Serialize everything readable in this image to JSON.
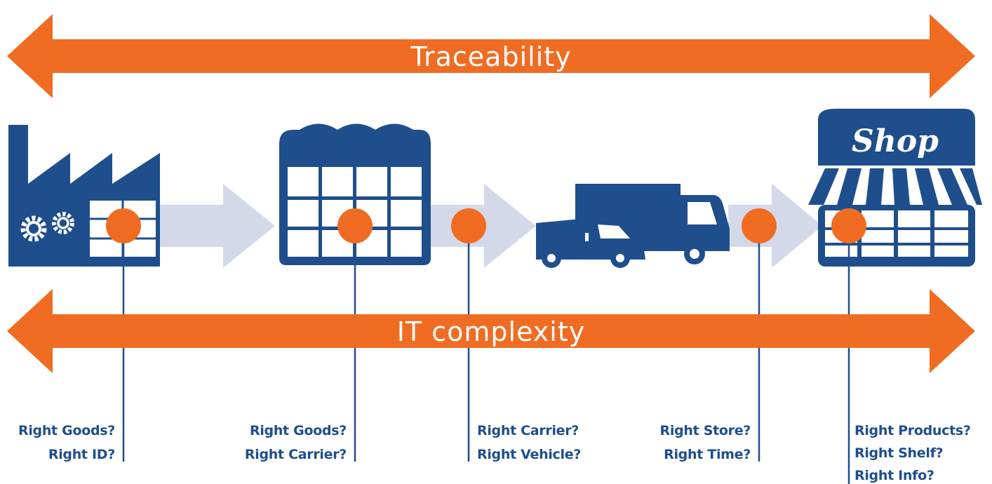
{
  "banners": {
    "top": "Traceability",
    "bottom": "IT complexity"
  },
  "shop_sign": "Shop",
  "stages": [
    {
      "name": "factory",
      "icon": "factory-icon",
      "labels": [
        "Right Goods?",
        "Right ID?"
      ]
    },
    {
      "name": "warehouse",
      "icon": "warehouse-icon",
      "labels": [
        "Right Goods?",
        "Right Carrier?"
      ]
    },
    {
      "name": "transport",
      "icon": "truck-icon",
      "labels": [
        "Right Carrier?",
        "Right Vehicle?"
      ]
    },
    {
      "name": "store-arrival",
      "icon": "flow-arrow-icon",
      "labels": [
        "Right Store?",
        "Right Time?"
      ]
    },
    {
      "name": "shop",
      "icon": "shop-icon",
      "labels": [
        "Right Products?",
        "Right Shelf?",
        "Right Info?"
      ]
    }
  ],
  "colors": {
    "orange": "#ef6c22",
    "navy": "#1f4e8c",
    "flow_arrow": "#d4d9ea",
    "text_blue": "#1f4e8c"
  }
}
